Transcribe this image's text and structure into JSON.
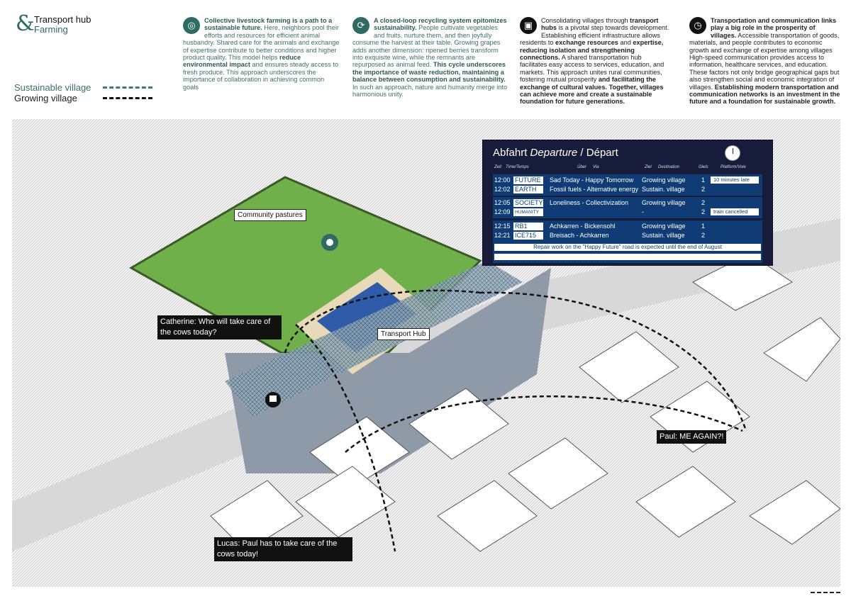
{
  "header": {
    "ampersand": "&",
    "line1": "Transport hub",
    "line2": "Farming"
  },
  "legend": [
    {
      "label": "Sustainable village",
      "color": "#3f7a70"
    },
    {
      "label": "Growing village",
      "color": "#111111"
    }
  ],
  "columns": [
    {
      "icon": "livestock-icon",
      "bold1": "Collective livestock farming is a path to a sustainable future.",
      "text1": " Here, neighbors pool their efforts and resources for efficient animal husbandry. Shared care for the animals and exchange of expertise contribute to better conditions and higher product quality. This model helps ",
      "bold2": "reduce environmental impact",
      "text2": " and ensures steady access to fresh produce. This approach underscores the importance of collaboration in achieving common goals"
    },
    {
      "icon": "recycle-icon",
      "bold1": "A closed-loop recycling system epitomizes sustainability.",
      "text1": " People cultivate vegetables and fruits, nurture them, and then joyfully consume the harvest at their table. Growing grapes adds another dimension: ripened berries transform into exquisite wine, while the remnants are repurposed as animal feed. ",
      "bold2": "This cycle underscores the importance of waste reduction, maintaining a balance between consumption and sustainability.",
      "text2": " In such an approach, nature and humanity merge into harmonious unity."
    },
    {
      "icon": "train-icon",
      "text0": "Consolidating villages through ",
      "bold0": "transport hubs",
      "text1": " is a pivotal step towards development. Establishing efficient infrastructure allows residents to ",
      "bold1": "exchange resources",
      "text1b": " and ",
      "bold2": "expertise, reducing isolation and strengthening connections.",
      "text2": " A shared transportation hub facilitates easy access to services, education, and markets. This approach unites rural communities, fostering mutual prosperity ",
      "bold3": "and facilitating the exchange of cultural values. Together, villages can achieve more and create a sustainable foundation for future generations."
    },
    {
      "icon": "clock-icon",
      "bold1": "Transportation and communication links play a big role in the prosperity of villages.",
      "text1": " Accessible transportation of goods, materials, and people contributes to economic growth and exchange of expertise among villages High-speed communication provides access to information, healthcare services, and education. These factors not only bridge geographical gaps but also strengthen social and economic integration of villages. ",
      "bold2": "Establishing modern transportation and communication networks is an investment in the future and a foundation for sustainable growth."
    }
  ],
  "board": {
    "title": "Abfahrt",
    "title_en": "Departure",
    "sep": " / ",
    "title_fr": "Départ",
    "headers": {
      "zeit": "Zeit",
      "time": "Time/Temps",
      "uber": "Über",
      "via": "Via",
      "ziel": "Ziel",
      "dest": "Destination",
      "gleis": "Gleis",
      "platform": "Platform/Voie"
    },
    "groups": [
      [
        {
          "time": "12:00",
          "train": "FUTURE",
          "via": "Sad Today - Happy Tomorrow",
          "dest": "Growing village",
          "track": "1",
          "note": "10 minutes late"
        },
        {
          "time": "12:02",
          "train": "EARTH",
          "via": "Fossil fuels - Alternative energy",
          "dest": "Sustain. village",
          "track": "2",
          "note": null
        }
      ],
      [
        {
          "time": "12:05",
          "train": "SOCIETY",
          "via": "Loneliness - Collectivization",
          "dest": "Growing village",
          "track": "2",
          "note": null
        },
        {
          "time": "12:09",
          "train": "HUMANITY",
          "via": "",
          "dest": "-",
          "track": "2",
          "note": "train cancelled"
        }
      ],
      [
        {
          "time": "12:15",
          "train": "RB1",
          "via": "Achkarren - Bickensohl",
          "dest": "Growing village",
          "track": "1",
          "note": null
        },
        {
          "time": "12:21",
          "train": "ICE715",
          "via": "Breisach - Achkarren",
          "dest": "Sustain. village",
          "track": "2",
          "note": null
        }
      ]
    ],
    "notice": "Repair work on the \"Happy Future\" road is expected until the end of August"
  },
  "callouts": {
    "pastures": "Community pastures",
    "catherine": "Catherine: Who will take care of the cows today?",
    "hub": "Transport Hub",
    "paul": "Paul: ME AGAIN?!",
    "lucas": "Lucas: Paul has to take care of the cows today!"
  },
  "colors": {
    "green": "#2e6b60",
    "board": "#171c3a",
    "row": "#0f3c74",
    "pasture": "#6fb04a"
  }
}
